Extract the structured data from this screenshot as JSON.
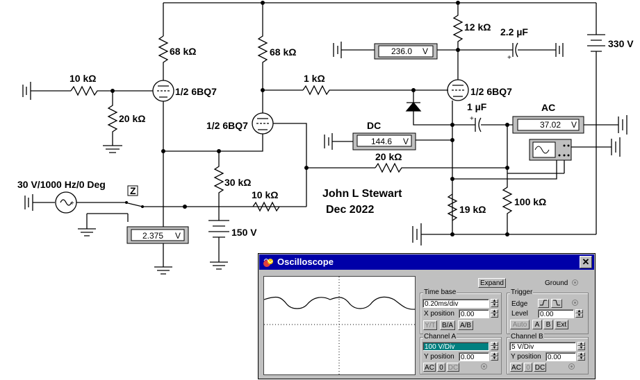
{
  "schematic": {
    "resistors": {
      "r_68k_left": "68 kΩ",
      "r_68k_mid": "68 kΩ",
      "r_12k": "12 kΩ",
      "r_10k_in": "10 kΩ",
      "r_20k_grid": "20 kΩ",
      "r_1k": "1 kΩ",
      "r_30k": "30 kΩ",
      "r_10k_fb": "10 kΩ",
      "r_20k_fb": "20 kΩ",
      "r_19k": "19 kΩ",
      "r_100k": "100 kΩ"
    },
    "capacitors": {
      "c_22uf": "2.2 µF",
      "c_1uf": "1 µF"
    },
    "tubes": {
      "tube_left": "1/2 6BQ7",
      "tube_mid": "1/2 6BQ7",
      "tube_right": "1/2 6BQ7"
    },
    "sources": {
      "supply_330": "330 V",
      "supply_150": "150 V",
      "ac_source": "30 V/1000 Hz/0 Deg",
      "switch_key": "Z"
    },
    "meters": {
      "meter_236": "236.0",
      "meter_236_unit": "V",
      "meter_dc": "144.6",
      "meter_dc_unit": "V",
      "meter_dc_label": "DC",
      "meter_ac": "37.02",
      "meter_ac_unit": "V",
      "meter_ac_label": "AC",
      "meter_2375": "2.375",
      "meter_2375_unit": "V"
    },
    "author": "John L Stewart",
    "date": "Dec 2022",
    "colors": {
      "wire": "#000000",
      "meter_bg": "#c0c0c0"
    }
  },
  "oscilloscope": {
    "title": "Oscilloscope",
    "close": "✕",
    "expand": "Expand",
    "ground": "Ground",
    "timebase": {
      "label": "Time base",
      "value": "0.20ms/div",
      "xpos_label": "X position",
      "xpos_value": "0.00",
      "yt": "Y/T",
      "ba": "B/A",
      "ab": "A/B"
    },
    "trigger": {
      "label": "Trigger",
      "edge_label": "Edge",
      "level_label": "Level",
      "level_value": "0.00",
      "auto": "Auto",
      "a": "A",
      "b": "B",
      "ext": "Ext"
    },
    "channel_a": {
      "label": "Channel A",
      "value": "100 V/Div",
      "ypos_label": "Y position",
      "ypos_value": "0.00",
      "ac": "AC",
      "zero": "0",
      "dc": "DC"
    },
    "channel_b": {
      "label": "Channel B",
      "value": "5 V/Div",
      "ypos_label": "Y position",
      "ypos_value": "0.00",
      "ac": "AC",
      "zero": "0",
      "dc": "DC"
    },
    "colors": {
      "titlebar": "#0000a8",
      "selected_field": "#008080",
      "face": "#c0c0c0"
    }
  }
}
